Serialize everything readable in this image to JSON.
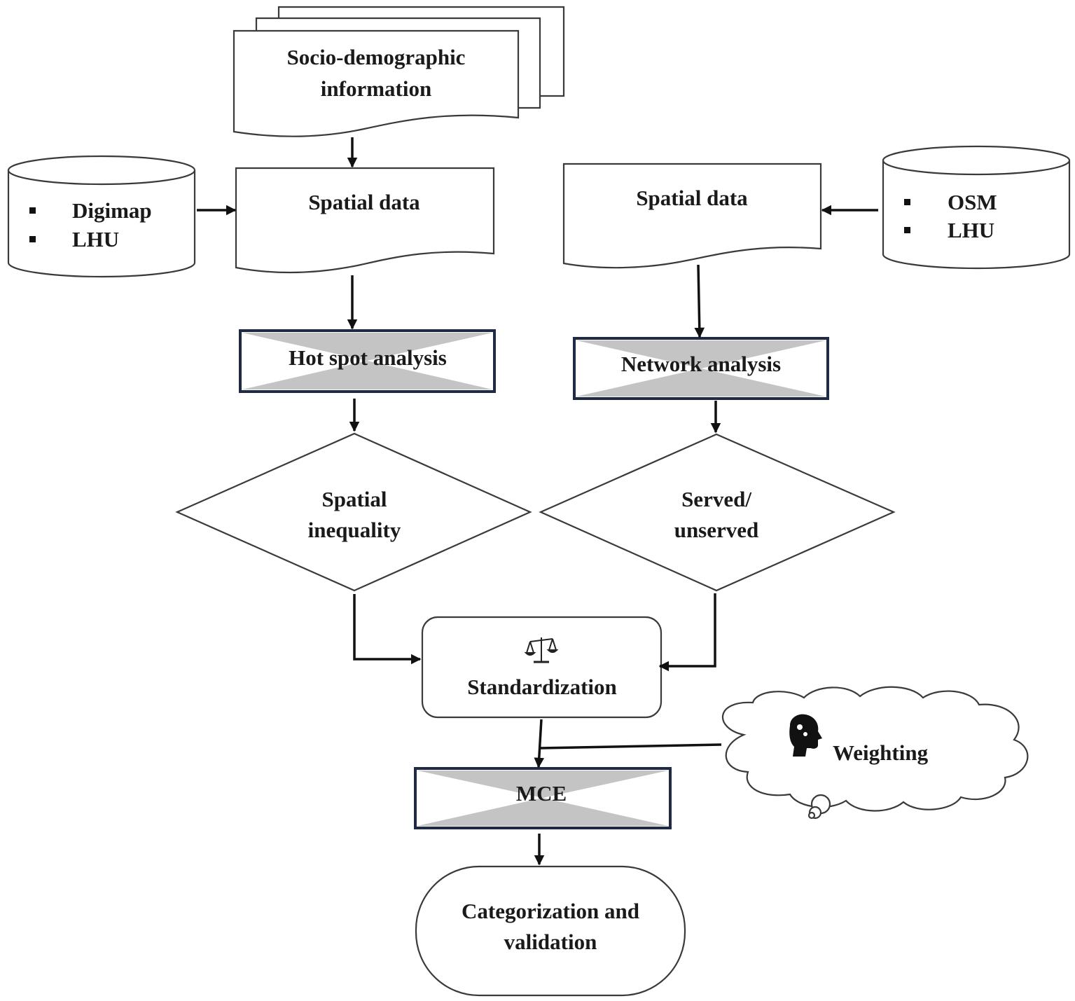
{
  "nodes": {
    "socio": {
      "lines": [
        "Socio-demographic",
        "information"
      ]
    },
    "left_db": {
      "items": [
        "Digimap",
        "LHU"
      ]
    },
    "right_db": {
      "items": [
        "OSM",
        "LHU"
      ]
    },
    "spatial_left": {
      "label": "Spatial data"
    },
    "spatial_right": {
      "label": "Spatial data"
    },
    "hotspot": {
      "label": "Hot spot analysis"
    },
    "network": {
      "label": "Network analysis"
    },
    "inequality": {
      "lines": [
        "Spatial",
        "inequality"
      ]
    },
    "served": {
      "lines": [
        "Served/",
        "unserved"
      ]
    },
    "standardization": {
      "label": "Standardization",
      "icon": "balance-scale-icon"
    },
    "weighting": {
      "label": "Weighting",
      "icon": "head-gears-icon"
    },
    "mce": {
      "label": "MCE"
    },
    "categorization": {
      "lines": [
        "Categorization and",
        "validation"
      ]
    }
  },
  "edges": [
    {
      "from": "socio",
      "to": "spatial_left"
    },
    {
      "from": "left_db",
      "to": "spatial_left"
    },
    {
      "from": "right_db",
      "to": "spatial_right"
    },
    {
      "from": "spatial_left",
      "to": "hotspot"
    },
    {
      "from": "spatial_right",
      "to": "network"
    },
    {
      "from": "hotspot",
      "to": "inequality"
    },
    {
      "from": "network",
      "to": "served"
    },
    {
      "from": "inequality",
      "to": "standardization"
    },
    {
      "from": "served",
      "to": "standardization"
    },
    {
      "from": "standardization",
      "to": "mce"
    },
    {
      "from": "weighting",
      "to": "mce"
    },
    {
      "from": "mce",
      "to": "categorization"
    }
  ]
}
